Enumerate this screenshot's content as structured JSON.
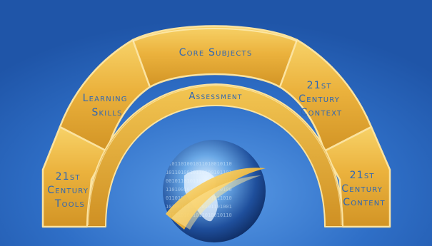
{
  "arch": {
    "keystone": "Core Subjects",
    "inner_arch": "Assessment",
    "left_upper": [
      "Learning",
      "Skills"
    ],
    "left_lower": [
      "21st",
      "Century",
      "Tools"
    ],
    "right_upper": [
      "21st",
      "Century",
      "Context"
    ],
    "right_lower": [
      "21st",
      "Century",
      "Content"
    ]
  },
  "colors": {
    "background": "#2d6ec8",
    "gold": "#eab23c",
    "gold_light": "#f6cf62",
    "gold_dark": "#c3861d",
    "joint": "#fbe3a0",
    "label": "#2f67b3"
  },
  "centerpiece": {
    "icon": "globe-icon"
  }
}
